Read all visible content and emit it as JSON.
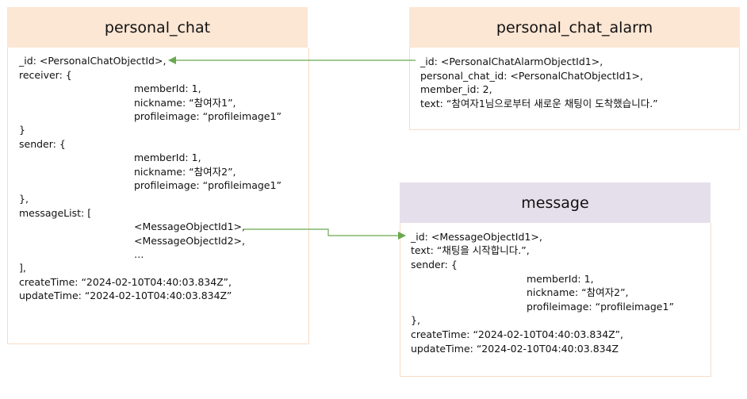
{
  "personal_chat": {
    "title": "personal_chat",
    "lines": [
      "_id: <PersonalChatObjectId>,",
      "receiver: {",
      "memberId: 1,",
      "nickname: “참여자1”,",
      "profileimage: “profileimage1”",
      "}",
      "sender: {",
      "memberId: 1,",
      "nickname: “참여자2”,",
      "profileimage: “profileimage1”",
      "},",
      "messageList: [",
      "<MessageObjectId1>,",
      "<MessageObjectId2>,",
      "…",
      "],",
      "createTime: “2024-02-10T04:40:03.834Z”,",
      "updateTime: “2024-02-10T04:40:03.834Z”"
    ]
  },
  "personal_chat_alarm": {
    "title": "personal_chat_alarm",
    "lines": [
      "_id: <PersonalChatAlarmObjectId1>,",
      "personal_chat_id: <PersonalChatObjectId1>,",
      "member_id: 2,",
      "text: “참여자1님으로부터 새로운 채팅이 도착했습니다.”"
    ]
  },
  "message": {
    "title": "message",
    "lines": [
      "_id: <MessageObjectId1>,",
      "text: “채팅을 시작합니다.”,",
      "sender: {",
      "memberId: 1,",
      "nickname: “참여자2”,",
      "profileimage: “profileimage1”",
      "},",
      "createTime: “2024-02-10T04:40:03.834Z”,",
      "updateTime: “2024-02-10T04:40:03.834Z"
    ]
  },
  "colors": {
    "header_peach": "#fce6d4",
    "header_lavender": "#e5dfeb",
    "border_peach": "#f8dcc7",
    "arrow_green": "#6aa84f"
  }
}
